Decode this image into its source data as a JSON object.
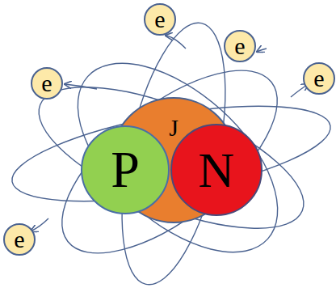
{
  "diagram": {
    "nodes": [
      {
        "text": [
          "J"
        ]
      },
      {
        "text": [
          "P"
        ],
        "in": 0
      },
      {
        "text": [
          "N"
        ],
        "in": 0
      },
      {
        "text": [
          "e"
        ]
      },
      {
        "text": [
          "e"
        ]
      },
      {
        "text": [
          "e"
        ]
      },
      {
        "text": [
          "e"
        ]
      },
      {
        "text": [
          "e"
        ]
      }
    ]
  }
}
